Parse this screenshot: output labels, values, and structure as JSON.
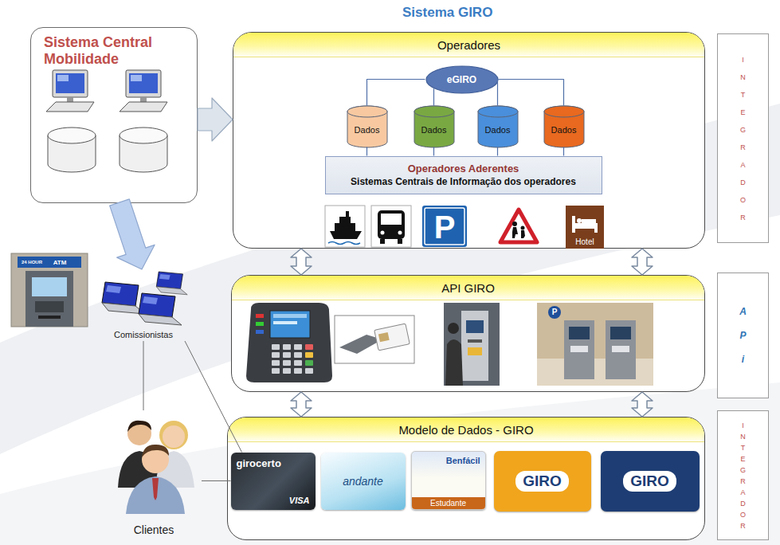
{
  "diagram": {
    "title": "Sistema GIRO",
    "nodes": [
      {
        "text": [
          "Sistema Central Mobilidade"
        ]
      },
      {
        "text": [
          "Operadores"
        ]
      },
      {
        "text": [
          "eGIRO"
        ],
        "in": 1
      },
      {
        "text": [
          "Dados"
        ],
        "in": 1
      },
      {
        "text": [
          "Dados"
        ],
        "in": 1
      },
      {
        "text": [
          "Dados"
        ],
        "in": 1
      },
      {
        "text": [
          "Dados"
        ],
        "in": 1
      },
      {
        "text": [
          "Operadores Aderentes",
          "Sistemas Centrais de Informação dos operadores"
        ],
        "in": 1
      },
      {
        "text": [
          "INTEGRADOR"
        ]
      },
      {
        "text": [
          "API GIRO"
        ]
      },
      {
        "text": [
          "APi"
        ]
      },
      {
        "text": [
          "Comissionistas"
        ]
      },
      {
        "text": [
          "Modelo de Dados - GIRO"
        ]
      },
      {
        "text": [
          "girocerto",
          "VISA"
        ],
        "in": 12
      },
      {
        "text": [
          "andante"
        ],
        "in": 12
      },
      {
        "text": [
          "Benfácil",
          "Estudante"
        ],
        "in": 12
      },
      {
        "text": [
          "GIRO"
        ],
        "in": 12
      },
      {
        "text": [
          "GIRO"
        ],
        "in": 12
      },
      {
        "text": [
          "INTEGRADOR"
        ]
      },
      {
        "text": [
          "Clientes"
        ]
      }
    ],
    "edges": [
      {
        "from": 0,
        "to": 1,
        "arrow": "to"
      },
      {
        "from": 0,
        "to": 11,
        "arrow": "to"
      },
      {
        "from": 1,
        "to": 9,
        "arrow": "both"
      },
      {
        "from": 1,
        "to": 9,
        "arrow": "both"
      },
      {
        "from": 9,
        "to": 12,
        "arrow": "both"
      },
      {
        "from": 9,
        "to": 12,
        "arrow": "both"
      },
      {
        "from": 2,
        "to": 3,
        "arrow": "none"
      },
      {
        "from": 2,
        "to": 4,
        "arrow": "none"
      },
      {
        "from": 2,
        "to": 5,
        "arrow": "none"
      },
      {
        "from": 2,
        "to": 6,
        "arrow": "none"
      },
      {
        "from": 3,
        "to": 7,
        "arrow": "none"
      },
      {
        "from": 4,
        "to": 7,
        "arrow": "none"
      },
      {
        "from": 5,
        "to": 7,
        "arrow": "none"
      },
      {
        "from": 6,
        "to": 7,
        "arrow": "none"
      },
      {
        "from": 11,
        "to": 19,
        "arrow": "none"
      },
      {
        "from": 11,
        "to": 13,
        "arrow": "none"
      },
      {
        "from": 19,
        "to": 13,
        "arrow": "none"
      }
    ],
    "labels": [
      "24 HOUR",
      "ATM",
      "P",
      "Hotel",
      "P"
    ]
  }
}
